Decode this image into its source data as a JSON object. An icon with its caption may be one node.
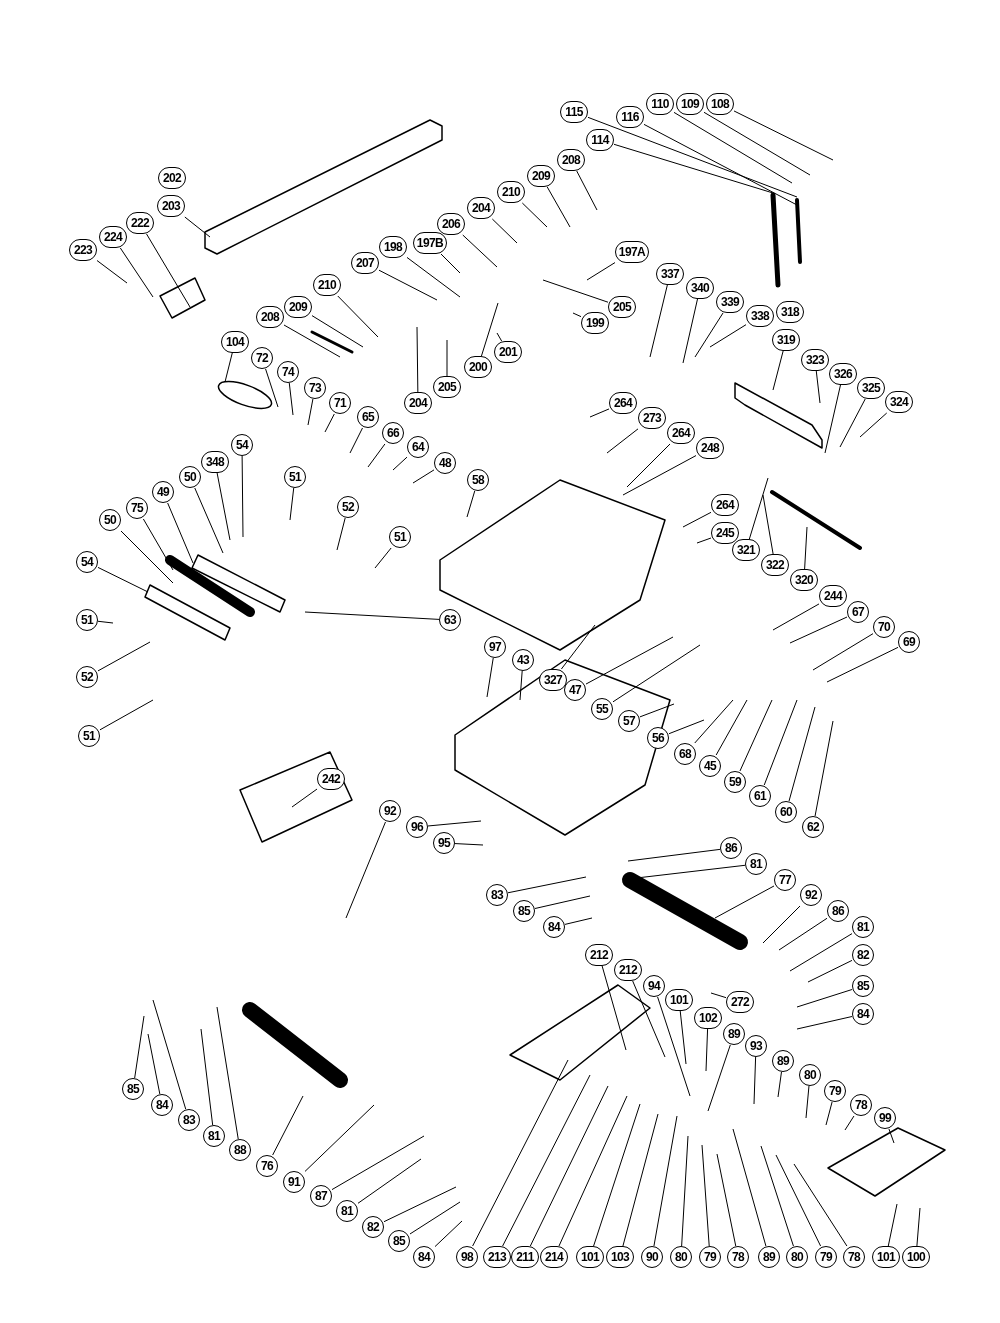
{
  "diagram": {
    "nodes": [
      {
        "text": [
          "115"
        ]
      },
      {
        "text": [
          "114"
        ]
      },
      {
        "text": [
          "116"
        ]
      },
      {
        "text": [
          "110"
        ]
      },
      {
        "text": [
          "109"
        ]
      },
      {
        "text": [
          "108"
        ]
      },
      {
        "text": [
          "203"
        ]
      },
      {
        "text": [
          "222"
        ]
      },
      {
        "text": [
          "224"
        ]
      },
      {
        "text": [
          "223"
        ]
      },
      {
        "text": [
          "206"
        ]
      },
      {
        "text": [
          "204"
        ]
      },
      {
        "text": [
          "210"
        ]
      },
      {
        "text": [
          "209"
        ]
      },
      {
        "text": [
          "208"
        ]
      },
      {
        "text": [
          "198"
        ]
      },
      {
        "text": [
          "197B"
        ]
      },
      {
        "text": [
          "207"
        ]
      },
      {
        "text": [
          "197A"
        ]
      },
      {
        "text": [
          "210"
        ]
      },
      {
        "text": [
          "209"
        ]
      },
      {
        "text": [
          "208"
        ]
      },
      {
        "text": [
          "205"
        ]
      },
      {
        "text": [
          "199"
        ]
      },
      {
        "text": [
          "337"
        ]
      },
      {
        "text": [
          "340"
        ]
      },
      {
        "text": [
          "339"
        ]
      },
      {
        "text": [
          "338"
        ]
      },
      {
        "text": [
          "319"
        ]
      },
      {
        "text": [
          "323"
        ]
      },
      {
        "text": [
          "326"
        ]
      },
      {
        "text": [
          "325"
        ]
      },
      {
        "text": [
          "324"
        ]
      },
      {
        "text": [
          "104"
        ]
      },
      {
        "text": [
          "200"
        ]
      },
      {
        "text": [
          "201"
        ]
      },
      {
        "text": [
          "205"
        ]
      },
      {
        "text": [
          "204"
        ]
      },
      {
        "text": [
          "72"
        ]
      },
      {
        "text": [
          "74"
        ]
      },
      {
        "text": [
          "73"
        ]
      },
      {
        "text": [
          "71"
        ]
      },
      {
        "text": [
          "65"
        ]
      },
      {
        "text": [
          "66"
        ]
      },
      {
        "text": [
          "64"
        ]
      },
      {
        "text": [
          "48"
        ]
      },
      {
        "text": [
          "264"
        ]
      },
      {
        "text": [
          "273"
        ]
      },
      {
        "text": [
          "264"
        ]
      },
      {
        "text": [
          "248"
        ]
      },
      {
        "text": [
          "54"
        ]
      },
      {
        "text": [
          "348"
        ]
      },
      {
        "text": [
          "50"
        ]
      },
      {
        "text": [
          "49"
        ]
      },
      {
        "text": [
          "75"
        ]
      },
      {
        "text": [
          "50"
        ]
      },
      {
        "text": [
          "51"
        ]
      },
      {
        "text": [
          "52"
        ]
      },
      {
        "text": [
          "58"
        ]
      },
      {
        "text": [
          "264"
        ]
      },
      {
        "text": [
          "245"
        ]
      },
      {
        "text": [
          "51"
        ]
      },
      {
        "text": [
          "321"
        ]
      },
      {
        "text": [
          "322"
        ]
      },
      {
        "text": [
          "320"
        ]
      },
      {
        "text": [
          "54"
        ]
      },
      {
        "text": [
          "244"
        ]
      },
      {
        "text": [
          "67"
        ]
      },
      {
        "text": [
          "70"
        ]
      },
      {
        "text": [
          "69"
        ]
      },
      {
        "text": [
          "51"
        ]
      },
      {
        "text": [
          "63"
        ]
      },
      {
        "text": [
          "327"
        ]
      },
      {
        "text": [
          "52"
        ]
      },
      {
        "text": [
          "47"
        ]
      },
      {
        "text": [
          "97"
        ]
      },
      {
        "text": [
          "43"
        ]
      },
      {
        "text": [
          "55"
        ]
      },
      {
        "text": [
          "57"
        ]
      },
      {
        "text": [
          "56"
        ]
      },
      {
        "text": [
          "68"
        ]
      },
      {
        "text": [
          "45"
        ]
      },
      {
        "text": [
          "59"
        ]
      },
      {
        "text": [
          "61"
        ]
      },
      {
        "text": [
          "60"
        ]
      },
      {
        "text": [
          "62"
        ]
      },
      {
        "text": [
          "51"
        ]
      },
      {
        "text": [
          "242"
        ]
      },
      {
        "text": [
          "92"
        ]
      },
      {
        "text": [
          "96"
        ]
      },
      {
        "text": [
          "95"
        ]
      },
      {
        "text": [
          "86"
        ]
      },
      {
        "text": [
          "81"
        ]
      },
      {
        "text": [
          "77"
        ]
      },
      {
        "text": [
          "92"
        ]
      },
      {
        "text": [
          "83"
        ]
      },
      {
        "text": [
          "86"
        ]
      },
      {
        "text": [
          "85"
        ]
      },
      {
        "text": [
          "84"
        ]
      },
      {
        "text": [
          "81"
        ]
      },
      {
        "text": [
          "82"
        ]
      },
      {
        "text": [
          "212"
        ]
      },
      {
        "text": [
          "212"
        ]
      },
      {
        "text": [
          "94"
        ]
      },
      {
        "text": [
          "85"
        ]
      },
      {
        "text": [
          "101"
        ]
      },
      {
        "text": [
          "272"
        ]
      },
      {
        "text": [
          "102"
        ]
      },
      {
        "text": [
          "84"
        ]
      },
      {
        "text": [
          "89"
        ]
      },
      {
        "text": [
          "93"
        ]
      },
      {
        "text": [
          "89"
        ]
      },
      {
        "text": [
          "80"
        ]
      },
      {
        "text": [
          "79"
        ]
      },
      {
        "text": [
          "78"
        ]
      },
      {
        "text": [
          "99"
        ]
      },
      {
        "text": [
          "85"
        ]
      },
      {
        "text": [
          "84"
        ]
      },
      {
        "text": [
          "83"
        ]
      },
      {
        "text": [
          "81"
        ]
      },
      {
        "text": [
          "88"
        ]
      },
      {
        "text": [
          "76"
        ]
      },
      {
        "text": [
          "91"
        ]
      },
      {
        "text": [
          "87"
        ]
      },
      {
        "text": [
          "81"
        ]
      },
      {
        "text": [
          "82"
        ]
      },
      {
        "text": [
          "85"
        ]
      },
      {
        "text": [
          "84"
        ]
      },
      {
        "text": [
          "98"
        ]
      },
      {
        "text": [
          "213"
        ]
      },
      {
        "text": [
          "211"
        ]
      },
      {
        "text": [
          "214"
        ]
      },
      {
        "text": [
          "101"
        ]
      },
      {
        "text": [
          "103"
        ]
      },
      {
        "text": [
          "90"
        ]
      },
      {
        "text": [
          "80"
        ]
      },
      {
        "text": [
          "79"
        ]
      },
      {
        "text": [
          "78"
        ]
      },
      {
        "text": [
          "89"
        ]
      },
      {
        "text": [
          "80"
        ]
      },
      {
        "text": [
          "79"
        ]
      },
      {
        "text": [
          "78"
        ]
      },
      {
        "text": [
          "101"
        ]
      },
      {
        "text": [
          "100"
        ]
      },
      {
        "text": [
          "202"
        ]
      },
      {
        "text": [
          "318"
        ]
      }
    ],
    "edges": [
      {
        "from": 0,
        "to": null,
        "arrow": "none"
      },
      {
        "from": 1,
        "to": null,
        "arrow": "none"
      },
      {
        "from": 2,
        "to": null,
        "arrow": "none"
      },
      {
        "from": 3,
        "to": null,
        "arrow": "none"
      },
      {
        "from": 4,
        "to": null,
        "arrow": "none"
      },
      {
        "from": 5,
        "to": null,
        "arrow": "none"
      },
      {
        "from": 6,
        "to": null,
        "arrow": "none"
      },
      {
        "from": 7,
        "to": null,
        "arrow": "none"
      },
      {
        "from": 8,
        "to": null,
        "arrow": "none"
      },
      {
        "from": 9,
        "to": null,
        "arrow": "none"
      },
      {
        "from": 10,
        "to": null,
        "arrow": "none"
      },
      {
        "from": 11,
        "to": null,
        "arrow": "none"
      },
      {
        "from": 12,
        "to": null,
        "arrow": "none"
      },
      {
        "from": 13,
        "to": null,
        "arrow": "none"
      },
      {
        "from": 14,
        "to": null,
        "arrow": "none"
      },
      {
        "from": 15,
        "to": null,
        "arrow": "none"
      },
      {
        "from": 16,
        "to": null,
        "arrow": "none"
      },
      {
        "from": 17,
        "to": null,
        "arrow": "none"
      },
      {
        "from": 18,
        "to": null,
        "arrow": "none"
      },
      {
        "from": 19,
        "to": null,
        "arrow": "none"
      },
      {
        "from": 20,
        "to": null,
        "arrow": "none"
      },
      {
        "from": 21,
        "to": null,
        "arrow": "none"
      },
      {
        "from": 22,
        "to": null,
        "arrow": "none"
      },
      {
        "from": 23,
        "to": null,
        "arrow": "none"
      },
      {
        "from": 24,
        "to": null,
        "arrow": "none"
      },
      {
        "from": 25,
        "to": null,
        "arrow": "none"
      },
      {
        "from": 26,
        "to": null,
        "arrow": "none"
      },
      {
        "from": 27,
        "to": null,
        "arrow": "none"
      },
      {
        "from": 28,
        "to": null,
        "arrow": "none"
      },
      {
        "from": 29,
        "to": null,
        "arrow": "none"
      },
      {
        "from": 30,
        "to": null,
        "arrow": "none"
      },
      {
        "from": 31,
        "to": null,
        "arrow": "none"
      },
      {
        "from": 32,
        "to": null,
        "arrow": "none"
      },
      {
        "from": 33,
        "to": null,
        "arrow": "none"
      },
      {
        "from": 34,
        "to": null,
        "arrow": "none"
      },
      {
        "from": 35,
        "to": null,
        "arrow": "none"
      },
      {
        "from": 36,
        "to": null,
        "arrow": "none"
      },
      {
        "from": 37,
        "to": null,
        "arrow": "none"
      },
      {
        "from": 38,
        "to": null,
        "arrow": "none"
      },
      {
        "from": 39,
        "to": null,
        "arrow": "none"
      },
      {
        "from": 40,
        "to": null,
        "arrow": "none"
      },
      {
        "from": 41,
        "to": null,
        "arrow": "none"
      },
      {
        "from": 42,
        "to": null,
        "arrow": "none"
      },
      {
        "from": 43,
        "to": null,
        "arrow": "none"
      },
      {
        "from": 44,
        "to": null,
        "arrow": "none"
      },
      {
        "from": 45,
        "to": null,
        "arrow": "none"
      },
      {
        "from": 46,
        "to": null,
        "arrow": "none"
      },
      {
        "from": 47,
        "to": null,
        "arrow": "none"
      },
      {
        "from": 48,
        "to": null,
        "arrow": "none"
      },
      {
        "from": 49,
        "to": null,
        "arrow": "none"
      },
      {
        "from": 50,
        "to": null,
        "arrow": "none"
      },
      {
        "from": 51,
        "to": null,
        "arrow": "none"
      },
      {
        "from": 52,
        "to": null,
        "arrow": "none"
      },
      {
        "from": 53,
        "to": null,
        "arrow": "none"
      },
      {
        "from": 54,
        "to": null,
        "arrow": "none"
      },
      {
        "from": 55,
        "to": null,
        "arrow": "none"
      },
      {
        "from": 56,
        "to": null,
        "arrow": "none"
      },
      {
        "from": 57,
        "to": null,
        "arrow": "none"
      },
      {
        "from": 58,
        "to": null,
        "arrow": "none"
      },
      {
        "from": 59,
        "to": null,
        "arrow": "none"
      },
      {
        "from": 60,
        "to": null,
        "arrow": "none"
      },
      {
        "from": 61,
        "to": null,
        "arrow": "none"
      },
      {
        "from": 62,
        "to": null,
        "arrow": "none"
      },
      {
        "from": 63,
        "to": null,
        "arrow": "none"
      },
      {
        "from": 64,
        "to": null,
        "arrow": "none"
      },
      {
        "from": 65,
        "to": null,
        "arrow": "none"
      },
      {
        "from": 66,
        "to": null,
        "arrow": "none"
      },
      {
        "from": 67,
        "to": null,
        "arrow": "none"
      },
      {
        "from": 68,
        "to": null,
        "arrow": "none"
      },
      {
        "from": 69,
        "to": null,
        "arrow": "none"
      },
      {
        "from": 70,
        "to": null,
        "arrow": "none"
      },
      {
        "from": 71,
        "to": null,
        "arrow": "none"
      },
      {
        "from": 72,
        "to": null,
        "arrow": "none"
      },
      {
        "from": 73,
        "to": null,
        "arrow": "none"
      },
      {
        "from": 74,
        "to": null,
        "arrow": "none"
      },
      {
        "from": 75,
        "to": null,
        "arrow": "none"
      },
      {
        "from": 76,
        "to": null,
        "arrow": "none"
      },
      {
        "from": 77,
        "to": null,
        "arrow": "none"
      },
      {
        "from": 78,
        "to": null,
        "arrow": "none"
      },
      {
        "from": 79,
        "to": null,
        "arrow": "none"
      },
      {
        "from": 80,
        "to": null,
        "arrow": "none"
      },
      {
        "from": 81,
        "to": null,
        "arrow": "none"
      },
      {
        "from": 82,
        "to": null,
        "arrow": "none"
      },
      {
        "from": 83,
        "to": null,
        "arrow": "none"
      },
      {
        "from": 84,
        "to": null,
        "arrow": "none"
      },
      {
        "from": 85,
        "to": null,
        "arrow": "none"
      },
      {
        "from": 86,
        "to": null,
        "arrow": "none"
      },
      {
        "from": 87,
        "to": null,
        "arrow": "none"
      },
      {
        "from": 88,
        "to": null,
        "arrow": "none"
      },
      {
        "from": 89,
        "to": null,
        "arrow": "none"
      },
      {
        "from": 90,
        "to": null,
        "arrow": "none"
      },
      {
        "from": 91,
        "to": null,
        "arrow": "none"
      },
      {
        "from": 92,
        "to": null,
        "arrow": "none"
      },
      {
        "from": 93,
        "to": null,
        "arrow": "none"
      },
      {
        "from": 94,
        "to": null,
        "arrow": "none"
      },
      {
        "from": 95,
        "to": null,
        "arrow": "none"
      },
      {
        "from": 96,
        "to": null,
        "arrow": "none"
      },
      {
        "from": 97,
        "to": null,
        "arrow": "none"
      },
      {
        "from": 98,
        "to": null,
        "arrow": "none"
      },
      {
        "from": 99,
        "to": null,
        "arrow": "none"
      },
      {
        "from": 100,
        "to": null,
        "arrow": "none"
      },
      {
        "from": 101,
        "to": null,
        "arrow": "none"
      },
      {
        "from": 102,
        "to": null,
        "arrow": "none"
      },
      {
        "from": 103,
        "to": null,
        "arrow": "none"
      },
      {
        "from": 104,
        "to": null,
        "arrow": "none"
      },
      {
        "from": 105,
        "to": null,
        "arrow": "none"
      },
      {
        "from": 106,
        "to": null,
        "arrow": "none"
      },
      {
        "from": 107,
        "to": null,
        "arrow": "none"
      },
      {
        "from": 108,
        "to": null,
        "arrow": "none"
      },
      {
        "from": 109,
        "to": null,
        "arrow": "none"
      },
      {
        "from": 110,
        "to": null,
        "arrow": "none"
      },
      {
        "from": 111,
        "to": null,
        "arrow": "none"
      },
      {
        "from": 112,
        "to": null,
        "arrow": "none"
      },
      {
        "from": 113,
        "to": null,
        "arrow": "none"
      },
      {
        "from": 114,
        "to": null,
        "arrow": "none"
      },
      {
        "from": 115,
        "to": null,
        "arrow": "none"
      },
      {
        "from": 116,
        "to": null,
        "arrow": "none"
      },
      {
        "from": 117,
        "to": null,
        "arrow": "none"
      },
      {
        "from": 118,
        "to": null,
        "arrow": "none"
      },
      {
        "from": 119,
        "to": null,
        "arrow": "none"
      },
      {
        "from": 120,
        "to": null,
        "arrow": "none"
      },
      {
        "from": 121,
        "to": null,
        "arrow": "none"
      },
      {
        "from": 122,
        "to": null,
        "arrow": "none"
      },
      {
        "from": 123,
        "to": null,
        "arrow": "none"
      },
      {
        "from": 124,
        "to": null,
        "arrow": "none"
      },
      {
        "from": 125,
        "to": null,
        "arrow": "none"
      },
      {
        "from": 126,
        "to": null,
        "arrow": "none"
      },
      {
        "from": 127,
        "to": null,
        "arrow": "none"
      },
      {
        "from": 128,
        "to": null,
        "arrow": "none"
      },
      {
        "from": 129,
        "to": null,
        "arrow": "none"
      },
      {
        "from": 130,
        "to": null,
        "arrow": "none"
      },
      {
        "from": 131,
        "to": null,
        "arrow": "none"
      },
      {
        "from": 132,
        "to": null,
        "arrow": "none"
      },
      {
        "from": 133,
        "to": null,
        "arrow": "none"
      },
      {
        "from": 134,
        "to": null,
        "arrow": "none"
      },
      {
        "from": 135,
        "to": null,
        "arrow": "none"
      },
      {
        "from": 136,
        "to": null,
        "arrow": "none"
      },
      {
        "from": 137,
        "to": null,
        "arrow": "none"
      },
      {
        "from": 138,
        "to": null,
        "arrow": "none"
      },
      {
        "from": 139,
        "to": null,
        "arrow": "none"
      },
      {
        "from": 140,
        "to": null,
        "arrow": "none"
      },
      {
        "from": 141,
        "to": null,
        "arrow": "none"
      },
      {
        "from": 142,
        "to": null,
        "arrow": "none"
      },
      {
        "from": 143,
        "to": null,
        "arrow": "none"
      }
    ]
  }
}
